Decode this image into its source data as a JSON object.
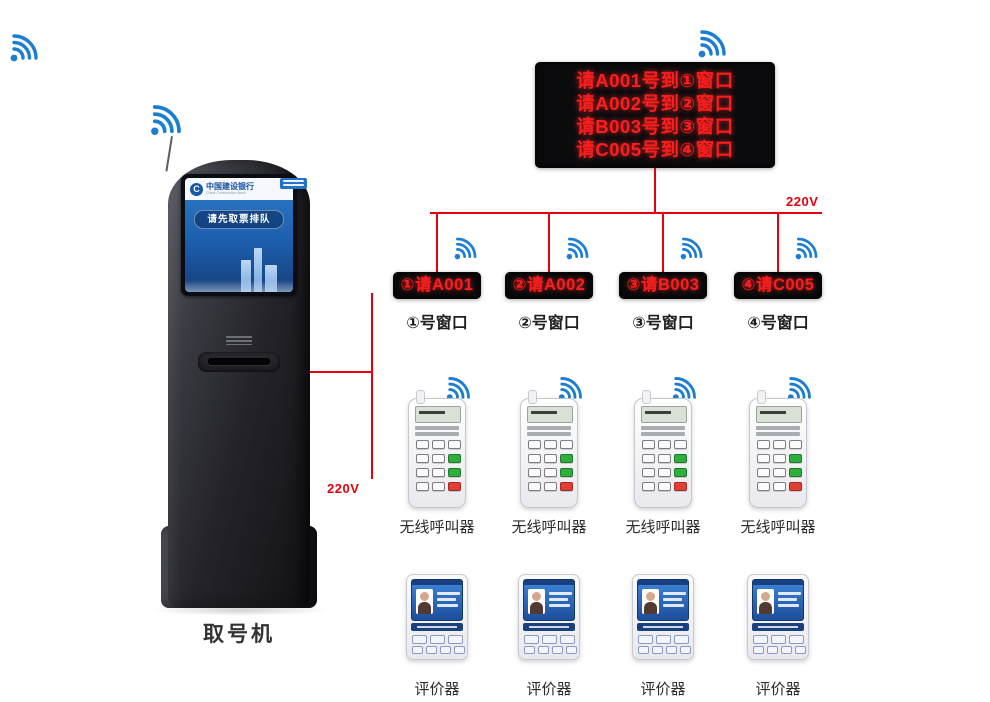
{
  "kiosk": {
    "label": "取号机",
    "bank_name": "中国建设银行",
    "bank_name_en": "China Construction Bank",
    "screen_notice": "请先取票排队"
  },
  "main_display": {
    "lines": [
      "请A001号到①窗口",
      "请A002号到②窗口",
      "请B003号到③窗口",
      "请C005号到④窗口"
    ]
  },
  "power": {
    "right_label": "220V",
    "left_label": "220V"
  },
  "windows": [
    {
      "display": "①请A001",
      "label": "①号窗口"
    },
    {
      "display": "②请A002",
      "label": "②号窗口"
    },
    {
      "display": "③请B003",
      "label": "③号窗口"
    },
    {
      "display": "④请C005",
      "label": "④号窗口"
    }
  ],
  "caller": {
    "label": "无线呼叫器"
  },
  "evaluator": {
    "label": "评价器"
  },
  "colors": {
    "wire": "#e8000e",
    "led_text": "#ff1c1c",
    "wifi": "#1b7ed2"
  }
}
